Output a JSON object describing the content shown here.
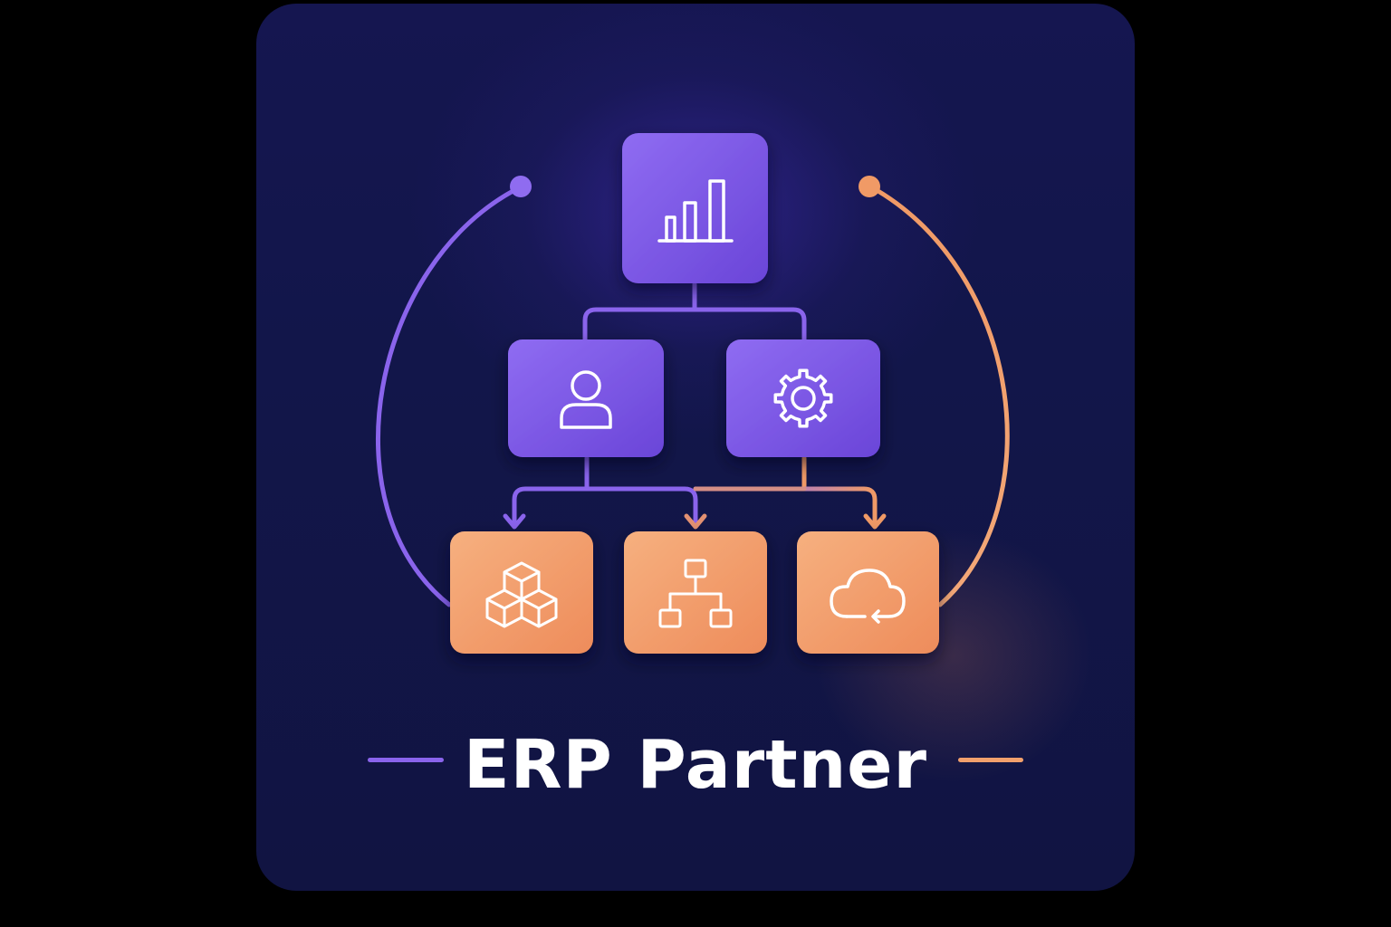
{
  "brand": {
    "title": "ERP Partner",
    "colors": {
      "background": "#000000",
      "card": "#12164a",
      "purple": "#7b55e6",
      "purple_light": "#8f6cf0",
      "orange": "#f09a66",
      "orange_light": "#f5ad7c",
      "text": "#ffffff"
    }
  },
  "diagram": {
    "nodes": [
      {
        "id": "top",
        "icon": "bar-chart-icon",
        "tier": "primary"
      },
      {
        "id": "mid-left",
        "icon": "user-icon",
        "tier": "primary"
      },
      {
        "id": "mid-right",
        "icon": "gear-icon",
        "tier": "primary"
      },
      {
        "id": "bottom-left",
        "icon": "cubes-icon",
        "tier": "secondary"
      },
      {
        "id": "bottom-center",
        "icon": "hierarchy-icon",
        "tier": "secondary"
      },
      {
        "id": "bottom-right",
        "icon": "cloud-icon",
        "tier": "secondary"
      }
    ],
    "edges": [
      {
        "from": "top",
        "to": "mid-left"
      },
      {
        "from": "top",
        "to": "mid-right"
      },
      {
        "from": "mid-left",
        "to": "bottom-left"
      },
      {
        "from": "mid-left",
        "to": "bottom-center"
      },
      {
        "from": "mid-right",
        "to": "bottom-right"
      }
    ]
  }
}
